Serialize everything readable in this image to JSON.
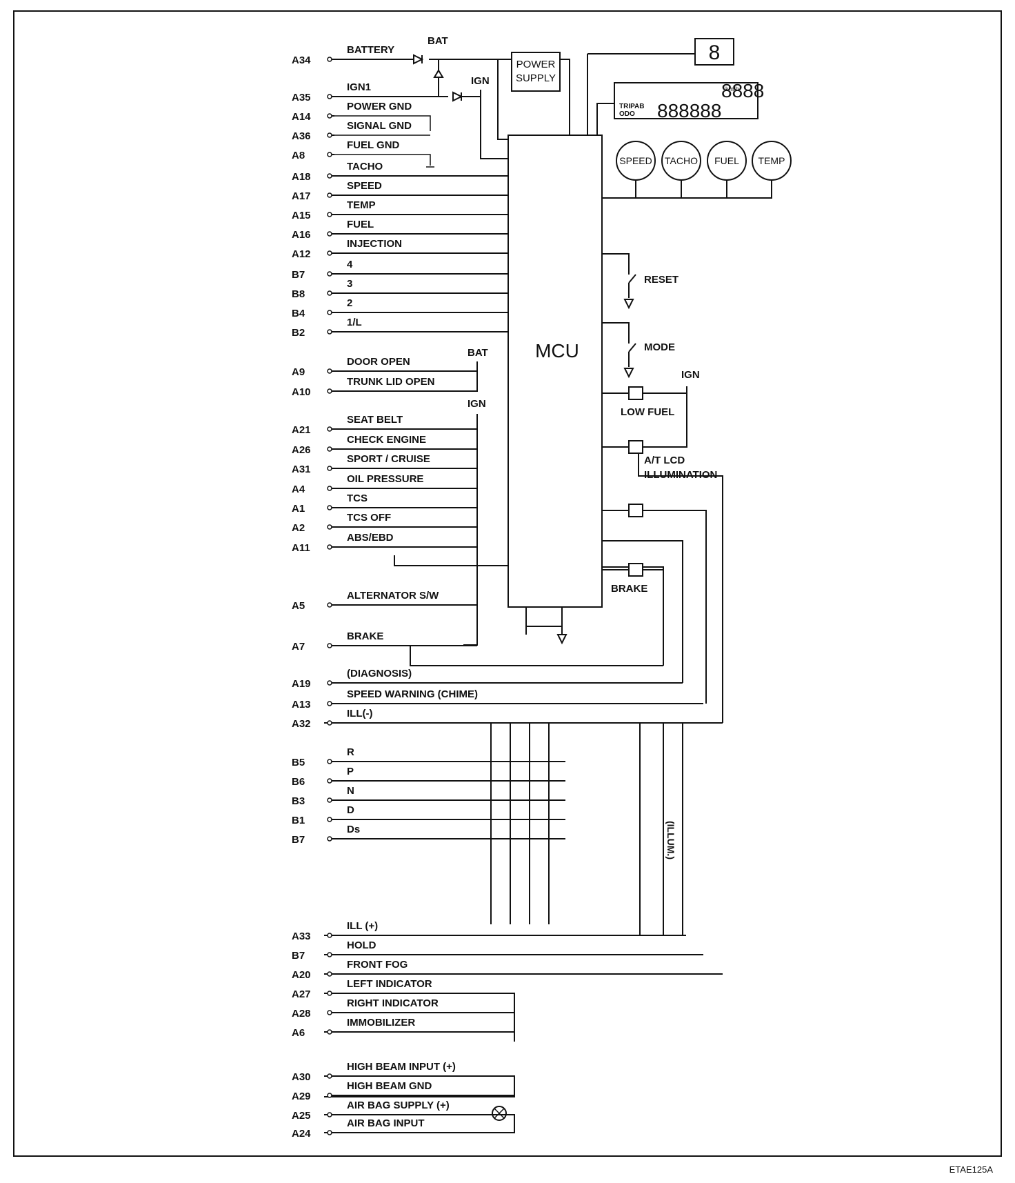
{
  "diagram": {
    "figure_code": "ETAE125A",
    "mcu_label": "MCU",
    "power_supply_label": [
      "POWER",
      "SUPPLY"
    ],
    "bat_label": "BAT",
    "ign_label": "IGN",
    "lcd": {
      "unit": "km/h",
      "digits_top": "8888",
      "digits_bottom": "888888",
      "row_label": [
        "TRIPAB",
        "ODO"
      ],
      "single_digit": "8"
    },
    "gauges": [
      "SPEED",
      "TACHO",
      "FUEL",
      "TEMP"
    ],
    "switches": [
      "RESET",
      "MODE"
    ],
    "right_labels": {
      "low_fuel": "LOW FUEL",
      "at_lcd": "A/T LCD",
      "illumination": "ILLUMINATION",
      "brake": "BRAKE",
      "illum": "(ILLUM.)"
    },
    "inputs": [
      {
        "pin": "A34",
        "label": "BATTERY"
      },
      {
        "pin": "A35",
        "label": "IGN1"
      },
      {
        "pin": "A14",
        "label": "POWER GND"
      },
      {
        "pin": "A36",
        "label": "SIGNAL GND"
      },
      {
        "pin": "A8",
        "label": "FUEL GND"
      },
      {
        "pin": "A18",
        "label": "TACHO"
      },
      {
        "pin": "A17",
        "label": "SPEED"
      },
      {
        "pin": "A15",
        "label": "TEMP"
      },
      {
        "pin": "A16",
        "label": "FUEL"
      },
      {
        "pin": "A12",
        "label": "INJECTION"
      },
      {
        "pin": "B7",
        "label": "4"
      },
      {
        "pin": "B8",
        "label": "3"
      },
      {
        "pin": "B4",
        "label": "2"
      },
      {
        "pin": "B2",
        "label": "1/L"
      }
    ],
    "warnings": [
      {
        "pin": "A9",
        "label": "DOOR OPEN"
      },
      {
        "pin": "A10",
        "label": "TRUNK LID OPEN"
      },
      {
        "pin": "A21",
        "label": "SEAT BELT"
      },
      {
        "pin": "A26",
        "label": "CHECK ENGINE"
      },
      {
        "pin": "A31",
        "label": "SPORT / CRUISE"
      },
      {
        "pin": "A4",
        "label": "OIL PRESSURE"
      },
      {
        "pin": "A1",
        "label": "TCS"
      },
      {
        "pin": "A2",
        "label": "TCS OFF"
      },
      {
        "pin": "A11",
        "label": "ABS/EBD"
      },
      {
        "pin": "A5",
        "label": "ALTERNATOR S/W"
      },
      {
        "pin": "A7",
        "label": "BRAKE"
      },
      {
        "pin": "A19",
        "label": "(DIAGNOSIS)"
      },
      {
        "pin": "A13",
        "label": "SPEED WARNING (CHIME)"
      },
      {
        "pin": "A32",
        "label": "ILL(-)"
      }
    ],
    "shift": [
      {
        "pin": "B5",
        "label": "R"
      },
      {
        "pin": "B6",
        "label": "P"
      },
      {
        "pin": "B3",
        "label": "N"
      },
      {
        "pin": "B1",
        "label": "D"
      },
      {
        "pin": "B7",
        "label": "Ds"
      }
    ],
    "lower": [
      {
        "pin": "A33",
        "label": "ILL (+)"
      },
      {
        "pin": "B7",
        "label": "HOLD"
      },
      {
        "pin": "A20",
        "label": "FRONT FOG"
      },
      {
        "pin": "A27",
        "label": "LEFT INDICATOR"
      },
      {
        "pin": "A28",
        "label": "RIGHT INDICATOR"
      },
      {
        "pin": "A6",
        "label": "IMMOBILIZER"
      },
      {
        "pin": "A30",
        "label": "HIGH BEAM INPUT (+)"
      },
      {
        "pin": "A29",
        "label": "HIGH BEAM GND"
      },
      {
        "pin": "A25",
        "label": "AIR BAG SUPPLY (+)"
      },
      {
        "pin": "A24",
        "label": "AIR BAG INPUT"
      }
    ]
  }
}
